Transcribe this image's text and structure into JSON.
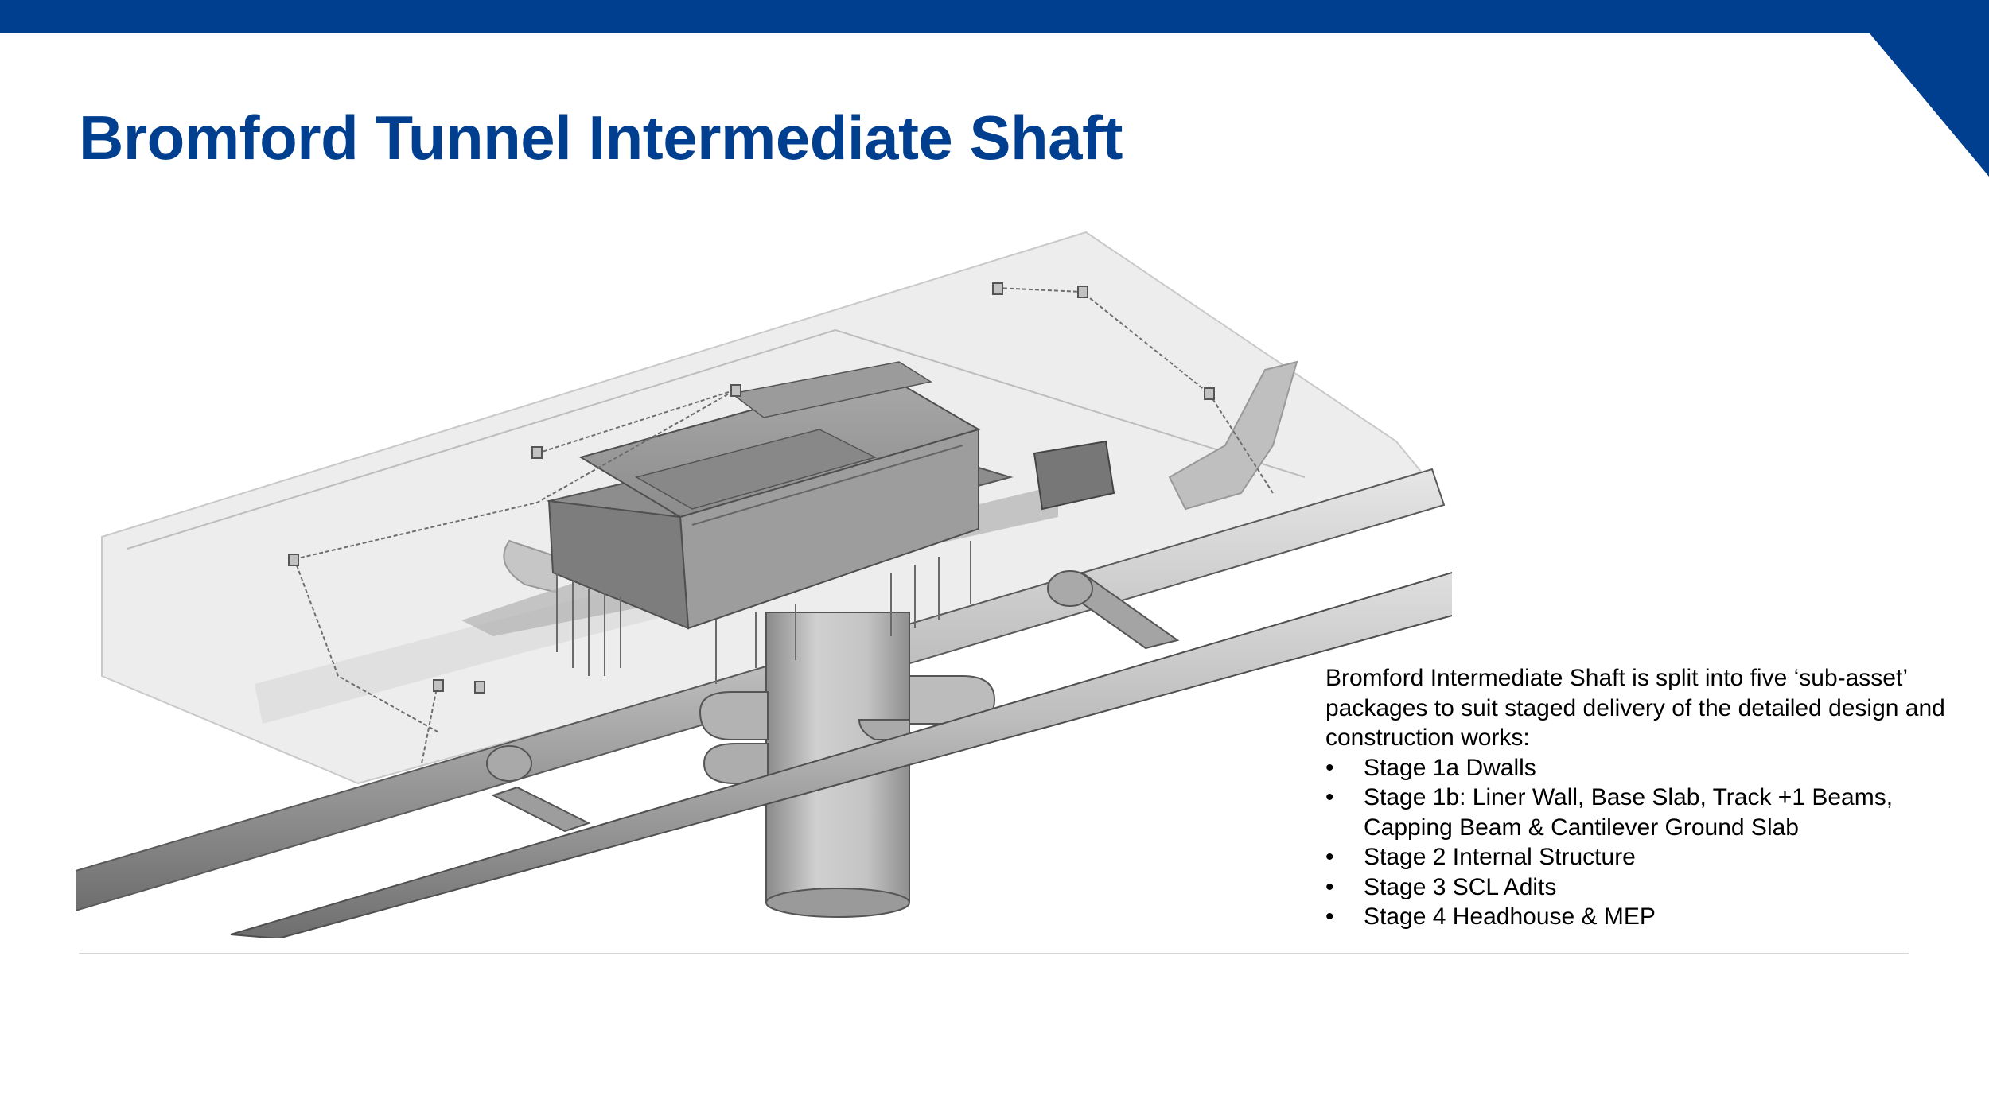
{
  "slide": {
    "title": "Bromford Tunnel Intermediate Shaft",
    "brand_color": "#003f8f"
  },
  "description": {
    "intro": "Bromford Intermediate Shaft is split into five ‘sub-asset’ packages to suit staged delivery of the detailed design and construction works:",
    "bullet_glyph": "•",
    "items": [
      "Stage 1a Dwalls",
      "Stage 1b: Liner Wall, Base Slab, Track +1 Beams, Capping Beam & Cantilever Ground Slab",
      "Stage 2 Internal Structure",
      "Stage 3 SCL Adits",
      "Stage 4 Headhouse & MEP"
    ]
  }
}
